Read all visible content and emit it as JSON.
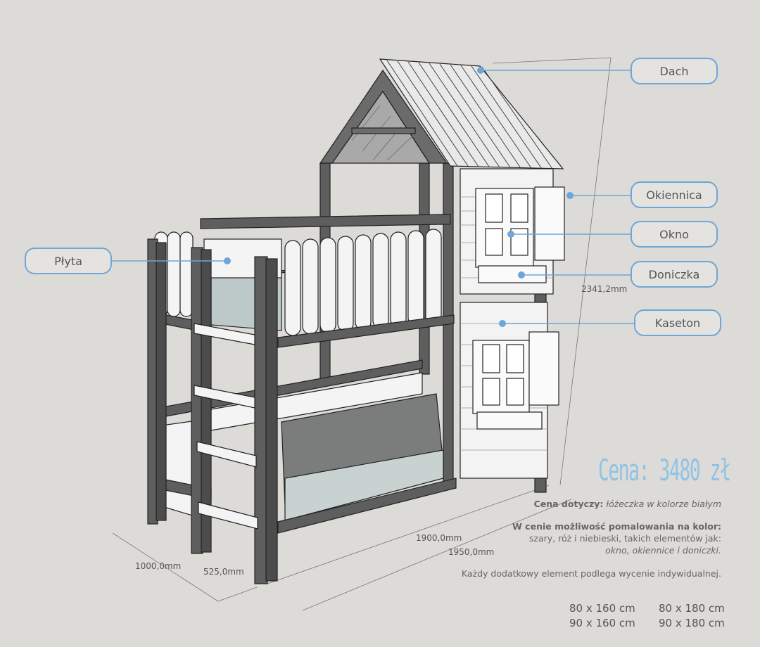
{
  "callouts": {
    "dach": "Dach",
    "okiennica": "Okiennica",
    "okno": "Okno",
    "doniczka": "Doniczka",
    "kaseton": "Kaseton",
    "plyta": "Płyta"
  },
  "dimensions": {
    "height": "2341,2mm",
    "width": "1000,0mm",
    "inner_width": "525,0mm",
    "length_inner": "1900,0mm",
    "length_outer": "1950,0mm"
  },
  "price": "Cena: 3480 zł",
  "info": {
    "line1_bold": "Cena dotyczy:",
    "line1_italic": "łóżeczka w kolorze białym",
    "line2_bold": "W cenie możliwość pomalowania na kolor:",
    "line3": "szary, róż i niebieski, takich elementów jak:",
    "line4_italic": "okno, okiennice i doniczki.",
    "line5": "Każdy dodatkowy element podlega wycenie indywidualnej."
  },
  "sizes": [
    "80 x 160 cm",
    "80 x 180 cm",
    "90 x 160 cm",
    "90 x 180 cm"
  ],
  "colors": {
    "frame": "#5b5b5b",
    "accent": "#6ea6d8",
    "price": "#8fc3e6",
    "background": "#dcdbd7"
  }
}
